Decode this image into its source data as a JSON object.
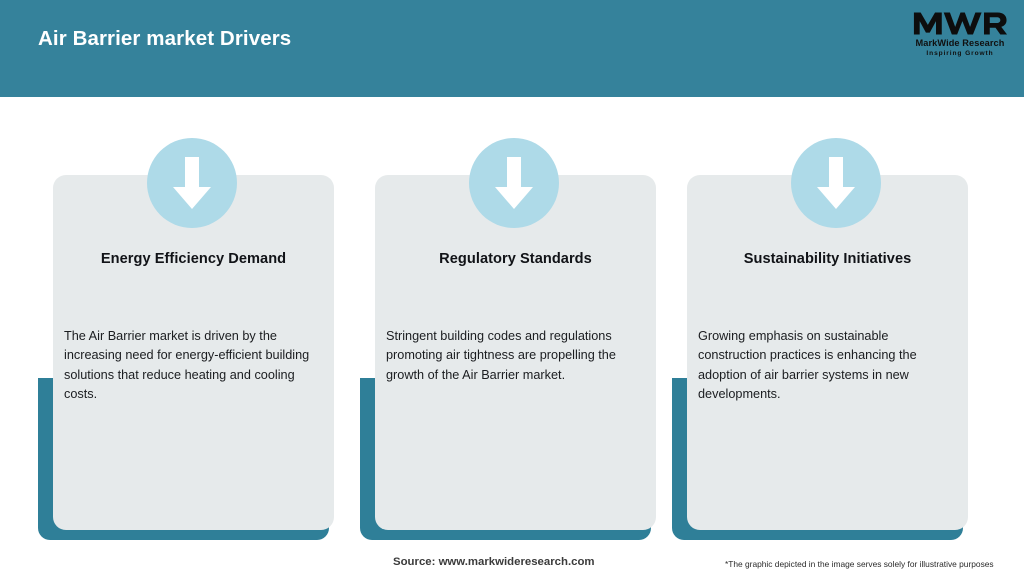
{
  "header": {
    "title": "Air Barrier market Drivers",
    "background_color": "#35829b",
    "logo": {
      "monogram": "MWR",
      "name": "MarkWide Research",
      "tagline": "Inspiring Growth"
    }
  },
  "theme": {
    "accent_teal": "#2f7f98",
    "card_gray": "#e6eaeb",
    "circle_blue": "#aedae8",
    "page_background": "#ffffff",
    "title_text": "#ffffff"
  },
  "cards": [
    {
      "icon": "arrow-down-icon",
      "title": "Energy Efficiency Demand",
      "body": "The Air Barrier market is driven by the increasing need for energy-efficient building solutions that reduce heating and cooling costs."
    },
    {
      "icon": "arrow-down-icon",
      "title": "Regulatory Standards",
      "body": "Stringent building codes and regulations promoting air tightness are propelling the growth of the Air Barrier market."
    },
    {
      "icon": "arrow-down-icon",
      "title": "Sustainability Initiatives",
      "body": "Growing emphasis on sustainable construction practices is enhancing the adoption of air barrier systems in new developments."
    }
  ],
  "footer": {
    "source": "Source: www.markwideresearch.com",
    "disclaimer": "*The graphic depicted in the image serves solely for illustrative purposes"
  }
}
